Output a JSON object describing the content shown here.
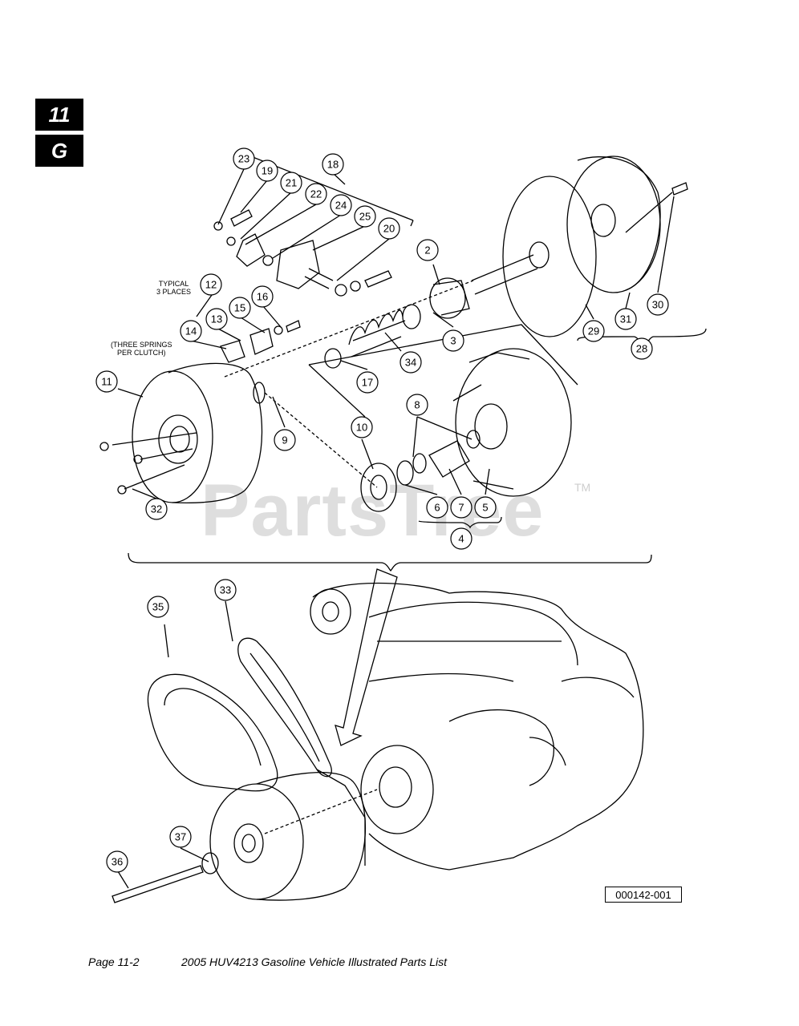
{
  "section_tab": {
    "number": "11",
    "letter": "G"
  },
  "footer": {
    "page": "Page 11-2",
    "title": "2005 HUV4213 Gasoline Vehicle Illustrated Parts List"
  },
  "drawing_number": "000142-001",
  "watermark": {
    "text": "PartsTree",
    "tm": "TM"
  },
  "notes": {
    "typical_line1": "TYPICAL",
    "typical_line2": "3 PLACES",
    "springs_line1": "(THREE SPRINGS",
    "springs_line2": "PER CLUTCH)"
  },
  "callouts": [
    "2",
    "3",
    "4",
    "5",
    "6",
    "7",
    "8",
    "9",
    "10",
    "11",
    "12",
    "13",
    "14",
    "15",
    "16",
    "17",
    "18",
    "19",
    "20",
    "21",
    "22",
    "23",
    "24",
    "25",
    "28",
    "29",
    "30",
    "31",
    "32",
    "33",
    "34",
    "35",
    "36",
    "37"
  ]
}
